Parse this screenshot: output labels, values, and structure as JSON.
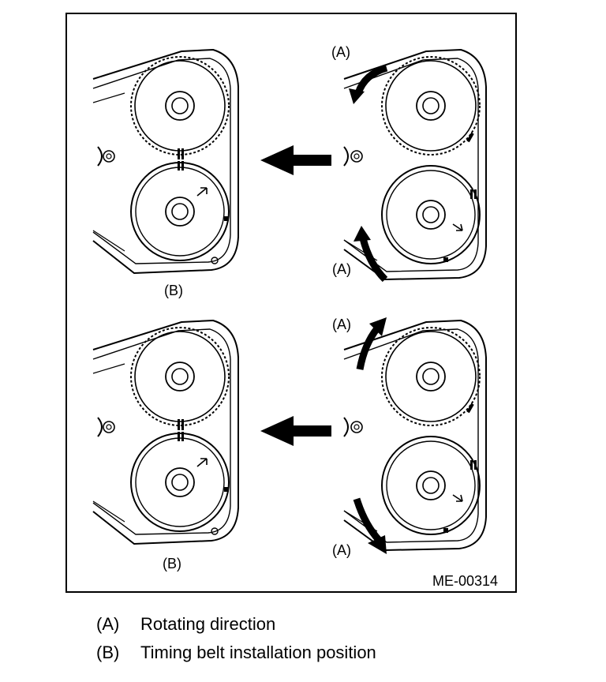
{
  "labels": {
    "a": "(A)",
    "b": "(B)",
    "code": "ME-00314"
  },
  "legend": [
    {
      "key": "(A)",
      "text": "Rotating direction"
    },
    {
      "key": "(B)",
      "text": "Timing belt installation position"
    }
  ],
  "colors": {
    "ink": "#000000",
    "paper": "#ffffff"
  }
}
